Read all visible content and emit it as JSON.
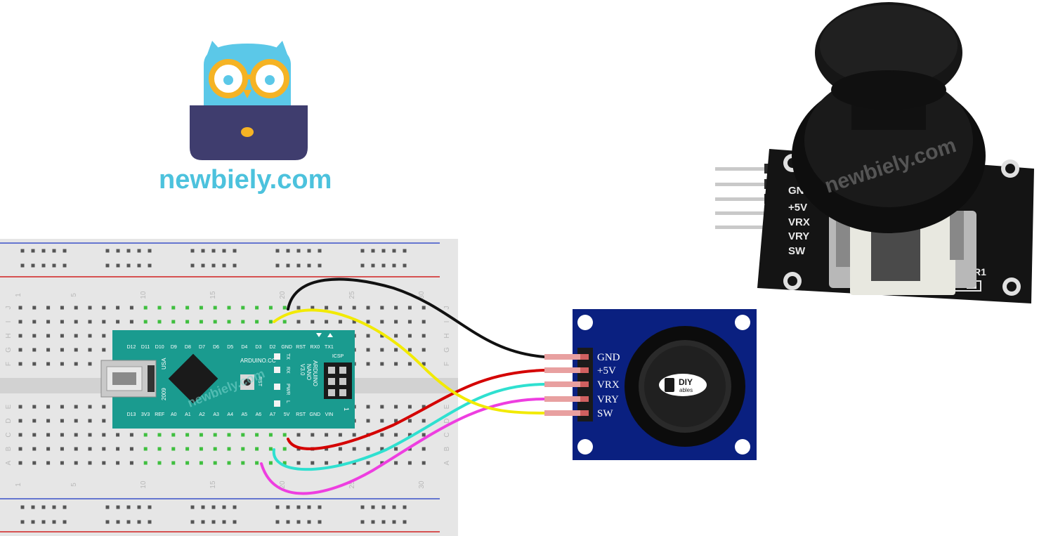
{
  "logo": {
    "site": "newbiely.com",
    "colors": {
      "owl": "#5bc8e8",
      "glasses": "#f5b324",
      "laptop": "#3f3d6e",
      "text": "#4cc2dd"
    }
  },
  "watermark": {
    "text": "newbiely.com"
  },
  "breadboard": {
    "column_numbers": [
      "1",
      "5",
      "10",
      "15",
      "20",
      "25",
      "30"
    ],
    "row_letters_top": [
      "J",
      "I",
      "H",
      "G",
      "F"
    ],
    "row_letters_bottom": [
      "E",
      "D",
      "C",
      "B",
      "A"
    ]
  },
  "arduino_nano": {
    "top_pins": [
      "D12",
      "D11",
      "D10",
      "D9",
      "D8",
      "D7",
      "D6",
      "D5",
      "D4",
      "D3",
      "D2",
      "GND",
      "RST",
      "RX0",
      "TX1"
    ],
    "bottom_pins": [
      "D13",
      "3V3",
      "REF",
      "A0",
      "A1",
      "A2",
      "A3",
      "A4",
      "A5",
      "A6",
      "A7",
      "5V",
      "RST",
      "GND",
      "VIN"
    ],
    "usa_label": "USA",
    "year_label": "2009",
    "site_label": "ARDUINO.CC",
    "model_lines": [
      "ARDUINO",
      "NANO",
      "V3.0"
    ],
    "led_labels": [
      "TX",
      "RX",
      "PWR",
      "L"
    ],
    "rst_label": "RST",
    "icsp_label": "ICSP",
    "icsp_number": "1",
    "board_color": "#1a9b8f"
  },
  "joystick_module": {
    "pins": [
      "GND",
      "+5V",
      "VRX",
      "VRY",
      "SW"
    ],
    "brand_top": "DIY",
    "brand_bottom": "ables",
    "board_color": "#0a2080"
  },
  "wires": [
    {
      "pin": "GND",
      "color": "#111111"
    },
    {
      "pin": "+5V",
      "color": "#d40000"
    },
    {
      "pin": "VRX",
      "color": "#2fe0d0"
    },
    {
      "pin": "VRY",
      "color": "#ee3ee0"
    },
    {
      "pin": "SW",
      "color": "#f2ea00"
    }
  ],
  "joystick_photo": {
    "pins": [
      "GND",
      "+5V",
      "VRX",
      "VRY",
      "SW"
    ],
    "resistor_label": "R1"
  }
}
